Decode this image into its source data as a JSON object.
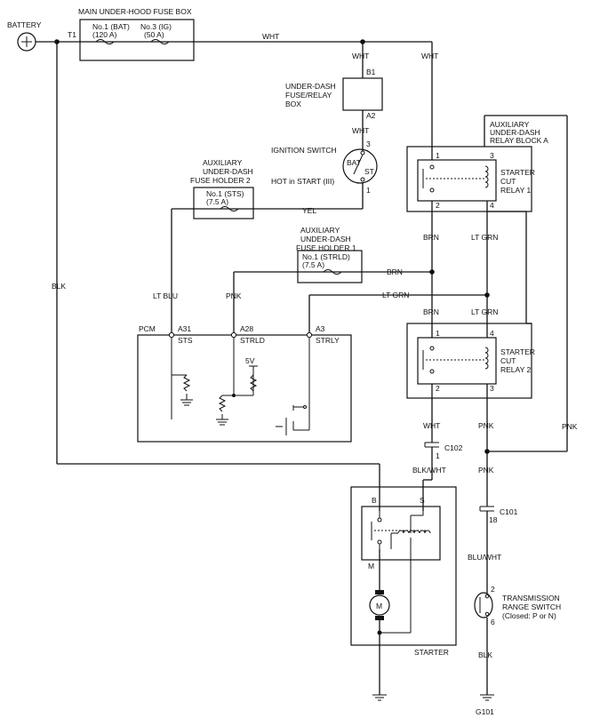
{
  "battery": {
    "label": "BATTERY",
    "terminal": "T1"
  },
  "fuse_box_main": {
    "title": "MAIN UNDER-HOOD FUSE BOX",
    "fuse1": [
      "No.1 (BAT)",
      "(120 A)"
    ],
    "fuse3": [
      "No.3 (IG)",
      "(50 A)"
    ]
  },
  "underdash_box": {
    "label": [
      "UNDER-DASH",
      "FUSE/RELAY",
      "BOX"
    ],
    "pin_in": "B1",
    "pin_out": "A2"
  },
  "ignition_switch": {
    "label": "IGNITION SWITCH",
    "pin3": "3",
    "pin1": "1",
    "bat": "BAT",
    "st": "ST",
    "note": "HOT in START (III)"
  },
  "aux_fuse_holder2": {
    "label": [
      "AUXILIARY",
      "UNDER-DASH",
      "FUSE HOLDER 2"
    ],
    "fuse": [
      "No.1 (STS)",
      "(7.5 A)"
    ]
  },
  "aux_fuse_holder1": {
    "label": [
      "AUXILIARY",
      "UNDER-DASH",
      "FUSE HOLDER 1"
    ],
    "fuse": [
      "No.1 (STRLD)",
      "(7.5 A)"
    ]
  },
  "aux_relay_block": {
    "label": [
      "AUXILIARY",
      "UNDER-DASH",
      "RELAY BLOCK A"
    ]
  },
  "relay1": {
    "label": [
      "STARTER",
      "CUT",
      "RELAY 1"
    ],
    "pins": [
      "1",
      "3",
      "2",
      "4"
    ]
  },
  "relay2": {
    "label": [
      "STARTER",
      "CUT",
      "RELAY 2"
    ],
    "pins": [
      "1",
      "4",
      "2",
      "3"
    ]
  },
  "pcm": {
    "label": "PCM",
    "pins": [
      "A31",
      "A28",
      "A3"
    ],
    "names": [
      "STS",
      "STRLD",
      "STRLY"
    ],
    "vref": "5V"
  },
  "wires": {
    "wht1": "WHT",
    "wht2": "WHT",
    "wht3": "WHT",
    "wht4": "WHT",
    "wht5": "WHT",
    "yel": "YEL",
    "brn1": "BRN",
    "brn2": "BRN",
    "brn3": "BRN",
    "ltgrn1": "LT GRN",
    "ltgrn2": "LT GRN",
    "ltgrn3": "LT GRN",
    "ltblu": "LT BLU",
    "pnk1": "PNK",
    "pnk2": "PNK",
    "pnk3": "PNK",
    "pnk4": "PNK",
    "blk1": "BLK",
    "blk2": "BLK",
    "blkwht": "BLK/WHT",
    "bluwht": "BLU/WHT"
  },
  "c102": {
    "label": "C102",
    "pin": "1"
  },
  "c101": {
    "label": "C101",
    "pin": "18"
  },
  "starter": {
    "label": "STARTER",
    "b": "B",
    "s": "S",
    "m": "M",
    "motor": "M"
  },
  "trs": {
    "label": [
      "TRANSMISSION",
      "RANGE SWITCH",
      "(Closed: P or N)"
    ],
    "pin2": "2",
    "pin6": "6"
  },
  "ground": {
    "label": "G101"
  }
}
